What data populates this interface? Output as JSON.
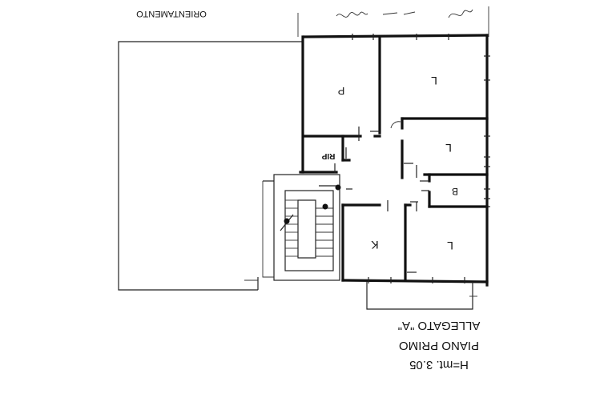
{
  "header": {
    "orientation_label": "ORIENTAMENTO"
  },
  "rooms": [
    {
      "id": "p",
      "label": "P"
    },
    {
      "id": "living-top",
      "label": "L"
    },
    {
      "id": "living-mid",
      "label": "L"
    },
    {
      "id": "bath",
      "label": "B"
    },
    {
      "id": "rip",
      "label": "RIP"
    },
    {
      "id": "kitchen",
      "label": "K"
    },
    {
      "id": "living-bottom",
      "label": "L"
    }
  ],
  "footer": {
    "line1": "ALLEGATO \"A\"",
    "line2": "PIANO PRIMO",
    "line3": "H=mt. 3.05"
  }
}
